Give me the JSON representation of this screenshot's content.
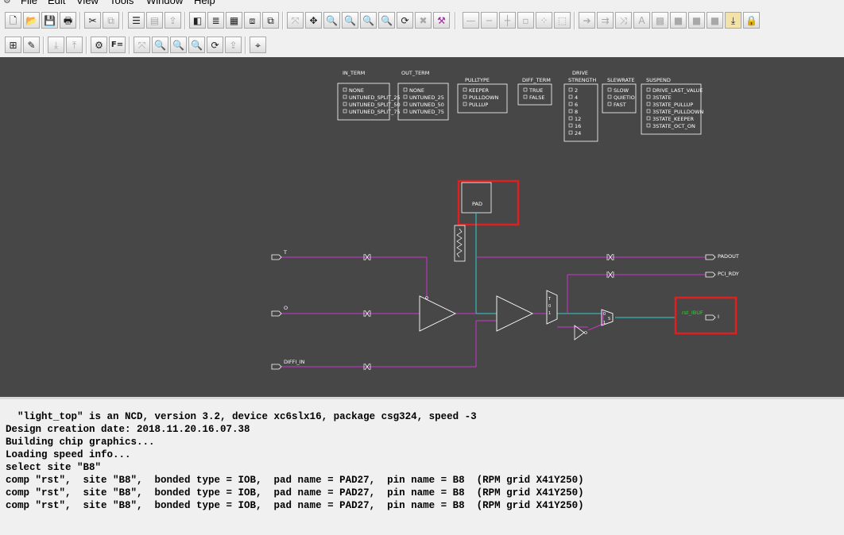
{
  "menu": {
    "items": [
      "File",
      "Edit",
      "View",
      "Tools",
      "Window",
      "Help"
    ]
  },
  "toolbar1": {
    "buttons": [
      {
        "name": "new-file-icon",
        "glyph": "🗋"
      },
      {
        "name": "open-folder-icon",
        "glyph": "📂"
      },
      {
        "name": "save-icon",
        "glyph": "💾"
      },
      {
        "name": "print-icon",
        "glyph": "🖶"
      },
      {
        "name": "cut-icon",
        "glyph": "✂"
      },
      {
        "name": "copy-icon",
        "glyph": "⧉"
      },
      {
        "name": "list-icon",
        "glyph": "☰"
      },
      {
        "name": "doc-icon",
        "glyph": "▤"
      },
      {
        "name": "export-icon",
        "glyph": "⇪"
      },
      {
        "name": "panel-icon",
        "glyph": "◧"
      },
      {
        "name": "list-view-icon",
        "glyph": "≣"
      },
      {
        "name": "grid-icon",
        "glyph": "▦"
      },
      {
        "name": "layers-icon",
        "glyph": "⧈"
      },
      {
        "name": "windows-icon",
        "glyph": "⧉"
      },
      {
        "name": "fit-icon",
        "glyph": "⤧"
      },
      {
        "name": "expand-icon",
        "glyph": "✥"
      },
      {
        "name": "zoom-out-icon",
        "glyph": "🔍"
      },
      {
        "name": "zoom-in-icon",
        "glyph": "🔍"
      },
      {
        "name": "zoom-fit-icon",
        "glyph": "🔍"
      },
      {
        "name": "zoom-select-icon",
        "glyph": "🔍"
      },
      {
        "name": "refresh-icon",
        "glyph": "⟳"
      },
      {
        "name": "stop-icon",
        "glyph": "✖"
      },
      {
        "name": "route-tool-icon",
        "glyph": "⚒"
      },
      {
        "name": "wire-h-icon",
        "glyph": "—"
      },
      {
        "name": "wire-h2-icon",
        "glyph": "─"
      },
      {
        "name": "wire-t-icon",
        "glyph": "┼"
      },
      {
        "name": "site-icon",
        "glyph": "▫"
      },
      {
        "name": "grid-dots-icon",
        "glyph": "⁘"
      },
      {
        "name": "cpu-icon",
        "glyph": "⬚"
      },
      {
        "name": "arrow-right-icon",
        "glyph": "➔"
      },
      {
        "name": "route-icon",
        "glyph": "⇉"
      },
      {
        "name": "unroute-icon",
        "glyph": "⤨"
      },
      {
        "name": "text-icon",
        "glyph": "A"
      },
      {
        "name": "pattern-icon",
        "glyph": "▩"
      },
      {
        "name": "block1-icon",
        "glyph": "■"
      },
      {
        "name": "block2-icon",
        "glyph": "■"
      },
      {
        "name": "block3-icon",
        "glyph": "■"
      },
      {
        "name": "download-icon",
        "glyph": "⤓"
      },
      {
        "name": "lock-icon",
        "glyph": "🔒"
      }
    ]
  },
  "toolbar2": {
    "buttons": [
      {
        "name": "netlist-icon",
        "glyph": "⊞"
      },
      {
        "name": "edit-pencil-icon",
        "glyph": "✎"
      },
      {
        "name": "bring-down-icon",
        "glyph": "⤓"
      },
      {
        "name": "bring-up-icon",
        "glyph": "⤒"
      },
      {
        "name": "tools-icon",
        "glyph": "⚙"
      },
      {
        "name": "function-icon",
        "glyph": "F="
      },
      {
        "name": "fit-icon",
        "glyph": "⤧"
      },
      {
        "name": "zoom-out-icon",
        "glyph": "🔍"
      },
      {
        "name": "zoom-in-icon",
        "glyph": "🔍"
      },
      {
        "name": "zoom-fit-icon",
        "glyph": "🔍"
      },
      {
        "name": "refresh-icon",
        "glyph": "⟳"
      },
      {
        "name": "export-icon",
        "glyph": "⇪"
      },
      {
        "name": "probe-icon",
        "glyph": "⌖"
      }
    ]
  },
  "attributes": {
    "in_term": {
      "title": "IN_TERM",
      "options": [
        "NONE",
        "UNTUNED_SPLIT_25",
        "UNTUNED_SPLIT_50",
        "UNTUNED_SPLIT_75"
      ]
    },
    "out_term": {
      "title": "OUT_TERM",
      "options": [
        "NONE",
        "UNTUNED_25",
        "UNTUNED_50",
        "UNTUNED_75"
      ]
    },
    "pulltype": {
      "title": "PULLTYPE",
      "options": [
        "KEEPER",
        "PULLDOWN",
        "PULLUP"
      ]
    },
    "diff_term": {
      "title": "DIFF_TERM",
      "options": [
        "TRUE",
        "FALSE"
      ]
    },
    "drive": {
      "title1": "DRIVE",
      "title2": "STRENGTH",
      "options": [
        "2",
        "4",
        "6",
        "8",
        "12",
        "16",
        "24"
      ]
    },
    "slewrate": {
      "title": "SLEWRATE",
      "options": [
        "SLOW",
        "QUIETIO",
        "FAST"
      ]
    },
    "suspend": {
      "title": "SUSPEND",
      "options": [
        "DRIVE_LAST_VALUE",
        "3STATE",
        "3STATE_PULLUP",
        "3STATE_PULLDOWN",
        "3STATE_KEEPER",
        "3STATE_OCT_ON"
      ]
    }
  },
  "schematic": {
    "pad_label": "PAD",
    "ports": {
      "t": "T",
      "o": "O",
      "diff_in": "DIFFI_IN",
      "padout": "PADOUT",
      "pci_rdy": "PCI_RDY",
      "i": "I"
    },
    "mux_pins": [
      "T",
      "0",
      "1"
    ],
    "mux2_pins": [
      "0",
      "S",
      "1"
    ],
    "ibuf_label": "rst_IBUF",
    "colors": {
      "wire_magenta": "#cc33cc",
      "wire_cyan": "#33cccc",
      "highlight": "#e02020",
      "ibuf": "#22dd22"
    }
  },
  "console": {
    "lines": [
      "  \"light_top\" is an NCD, version 3.2, device xc6slx16, package csg324, speed -3",
      "Design creation date: 2018.11.20.16.07.38",
      "Building chip graphics...",
      "Loading speed info...",
      "select site \"B8\"",
      "comp \"rst\",  site \"B8\",  bonded type = IOB,  pad name = PAD27,  pin name = B8  (RPM grid X41Y250)",
      "comp \"rst\",  site \"B8\",  bonded type = IOB,  pad name = PAD27,  pin name = B8  (RPM grid X41Y250)",
      "comp \"rst\",  site \"B8\",  bonded type = IOB,  pad name = PAD27,  pin name = B8  (RPM grid X41Y250)"
    ]
  }
}
